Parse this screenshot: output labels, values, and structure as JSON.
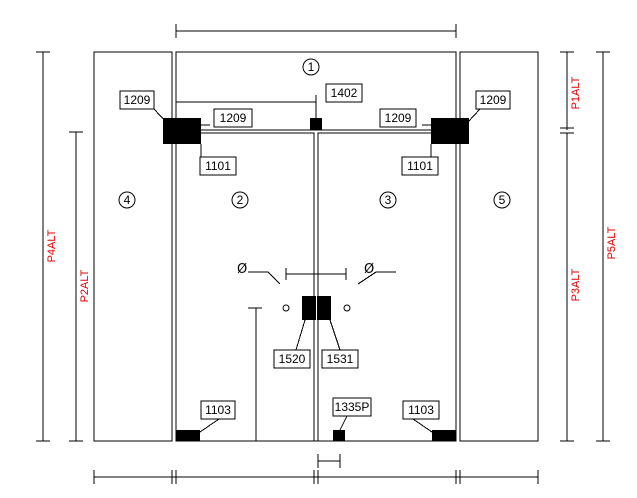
{
  "panels": [
    "1",
    "2",
    "3",
    "4",
    "5"
  ],
  "part_codes": {
    "left_outer_hinge": "1209",
    "left_top_hinge": "1209",
    "right_top_hinge": "1209",
    "right_outer_hinge": "1209",
    "top_center": "1402",
    "left_top_clamp": "1101",
    "right_top_clamp": "1101",
    "left_handle": "1520",
    "right_handle": "1531",
    "left_bottom": "1103",
    "right_bottom": "1103",
    "bottom_center": "1335P"
  },
  "diameter_symbol_left": "Ø",
  "diameter_symbol_right": "Ø",
  "dimension_labels": {
    "left_outer": "P4ALT",
    "left_inner": "P2ALT",
    "right_top": "P1ALT",
    "right_mid": "P3ALT",
    "right_outer": "P5ALT"
  },
  "colors": {
    "line": "#000000",
    "dimension_text": "#e00000"
  }
}
